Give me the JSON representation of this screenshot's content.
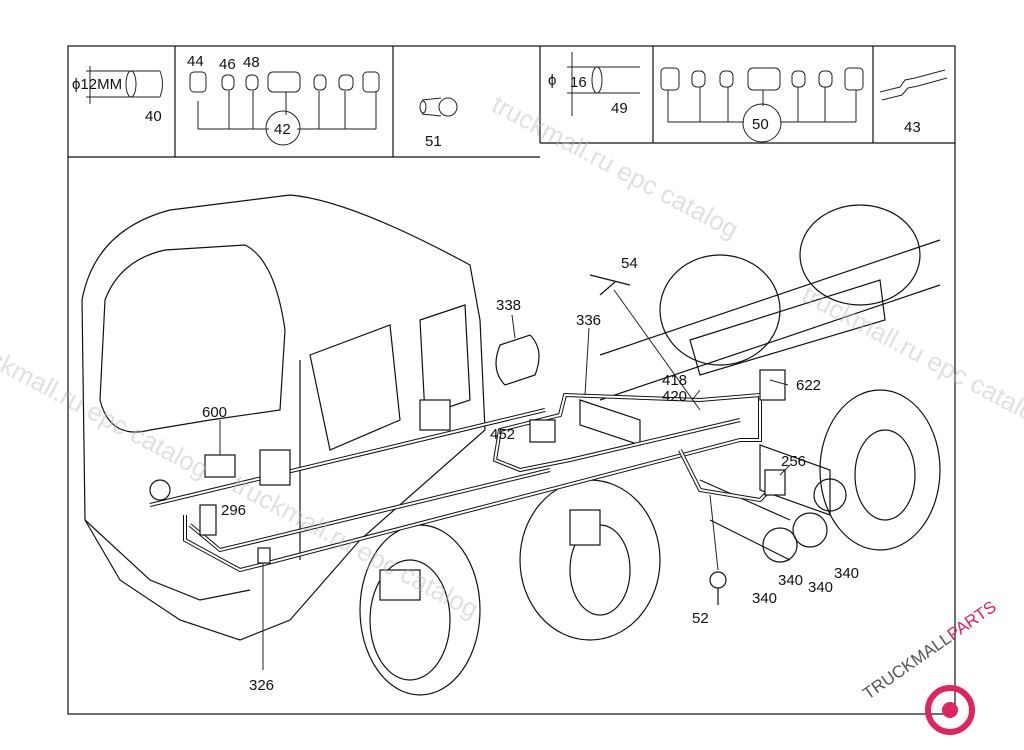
{
  "diagram": {
    "boxes_left": {
      "pipe_diameter": "ϕ12MM",
      "pipe_ref": "40",
      "fitting_refs": [
        "44",
        "46",
        "48"
      ],
      "fitting_group": "42",
      "banjo_ref": "51"
    },
    "boxes_right": {
      "pipe_diameter_symbol": "ϕ",
      "pipe_diameter": "16",
      "pipe_ref": "49",
      "fitting_group": "50",
      "connector_ref": "43"
    },
    "callouts": {
      "c54": "54",
      "c338": "338",
      "c336": "336",
      "c418": "418",
      "c420": "420",
      "c622": "622",
      "c452": "452",
      "c600": "600",
      "c296": "296",
      "c256": "256",
      "c340a": "340",
      "c340b": "340",
      "c340c": "340",
      "c340d": "340",
      "c52": "52",
      "c326": "326"
    },
    "watermark": "truckmall.ru epc catalog",
    "logo": {
      "text_dark": "TRUCKMALL",
      "text_accent": "PARTS",
      "accent_color": "#e0245e"
    }
  }
}
